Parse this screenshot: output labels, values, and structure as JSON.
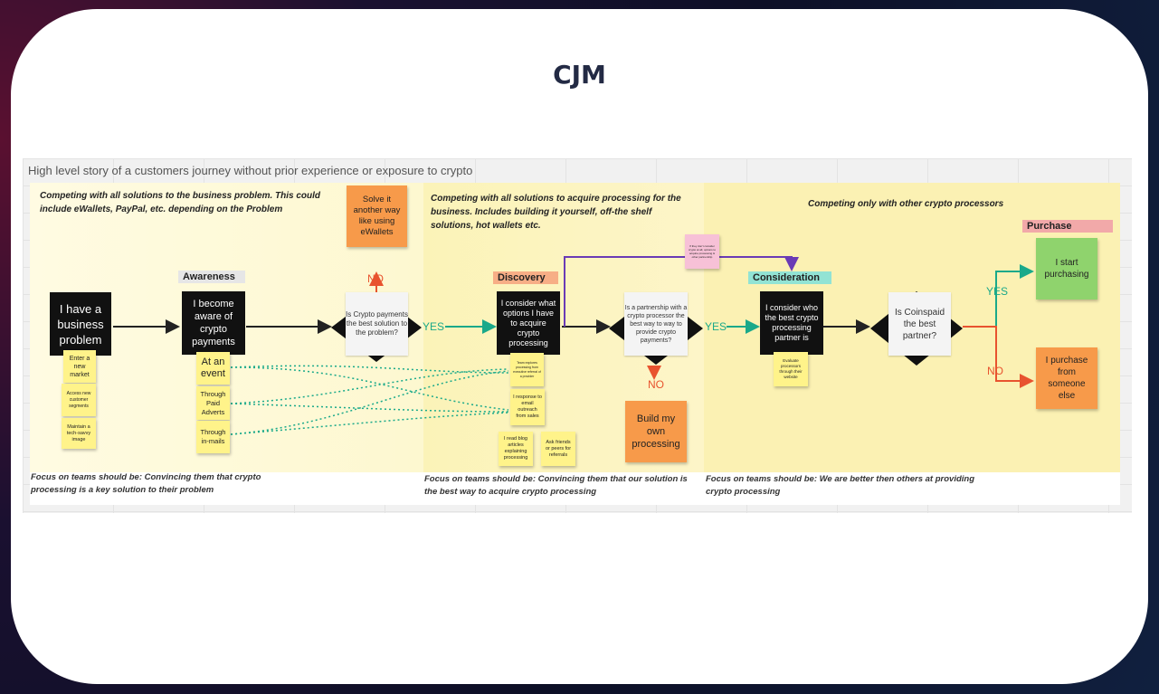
{
  "page_title": "CJM",
  "board_title": "High level story of a customers journey without prior experience or exposure to crypto",
  "zones": {
    "z1_header": "Competing with all solutions to the business problem. This could include eWallets, PayPal, etc. depending on the Problem",
    "z2_header": "Competing with all solutions to acquire processing for the business. Includes building it yourself, off-the shelf solutions, hot wallets etc.",
    "z3_header": "Competing only with other crypto processors",
    "z1_footer": "Focus on teams should be: Convincing them that crypto processing is a key solution to their problem",
    "z2_footer": "Focus on teams should be: Convincing them that our solution is the best way to acquire crypto processing",
    "z3_footer": "Focus on teams should be: We are better then others at providing crypto processing"
  },
  "stages": {
    "awareness": "Awareness",
    "discovery": "Discovery",
    "consideration": "Consideration",
    "purchase": "Purchase"
  },
  "nodes": {
    "business_problem": "I have a business problem",
    "aware": "I become aware of crypto payments",
    "q_crypto": "Is Crypto payments the best solution to the problem?",
    "solve_other": "Solve it another way like using eWallets",
    "discovery_node": "I consider what options I have to acquire crypto processing",
    "q_partnership": "Is a partnership with a crypto processor the best way to way to provide crypto payments?",
    "build_own": "Build my own processing",
    "consider_node": "I consider who the best crypto processing partner is",
    "q_coinspaid": "Is Coinspaid the best partner?",
    "start_purchasing": "I start purchasing",
    "purchase_else": "I purchase from someone else",
    "pink_note": "If they don't consider crypto at all, options to acquire processing & other partnership"
  },
  "notes": {
    "enter_market": "Enter a new market",
    "access_segments": "Access new customer segments",
    "tech_image": "Maintain a tech-savvy image",
    "at_event": "At an event",
    "paid_adverts": "Through Paid Adverts",
    "in_mails": "Through in-mails",
    "team_explores": "Team explores processing from executive referral of a provider",
    "email_outreach": "I response to email outreach from sales",
    "blog_articles": "I read blog articles explaining processing",
    "ask_friends": "Ask friends or peers for referrals",
    "evaluate": "Evaluate processors through their website"
  },
  "labels": {
    "yes": "YES",
    "no": "NO"
  },
  "colors": {
    "yes_arrow": "#1aa98a",
    "no_arrow": "#e8532f",
    "purple_arrow": "#6a3bb5",
    "stage_awareness": "#e6e6e6",
    "stage_discovery": "#f7ae86",
    "stage_consideration": "#92e3d4",
    "stage_purchase": "#f2a9a9"
  }
}
